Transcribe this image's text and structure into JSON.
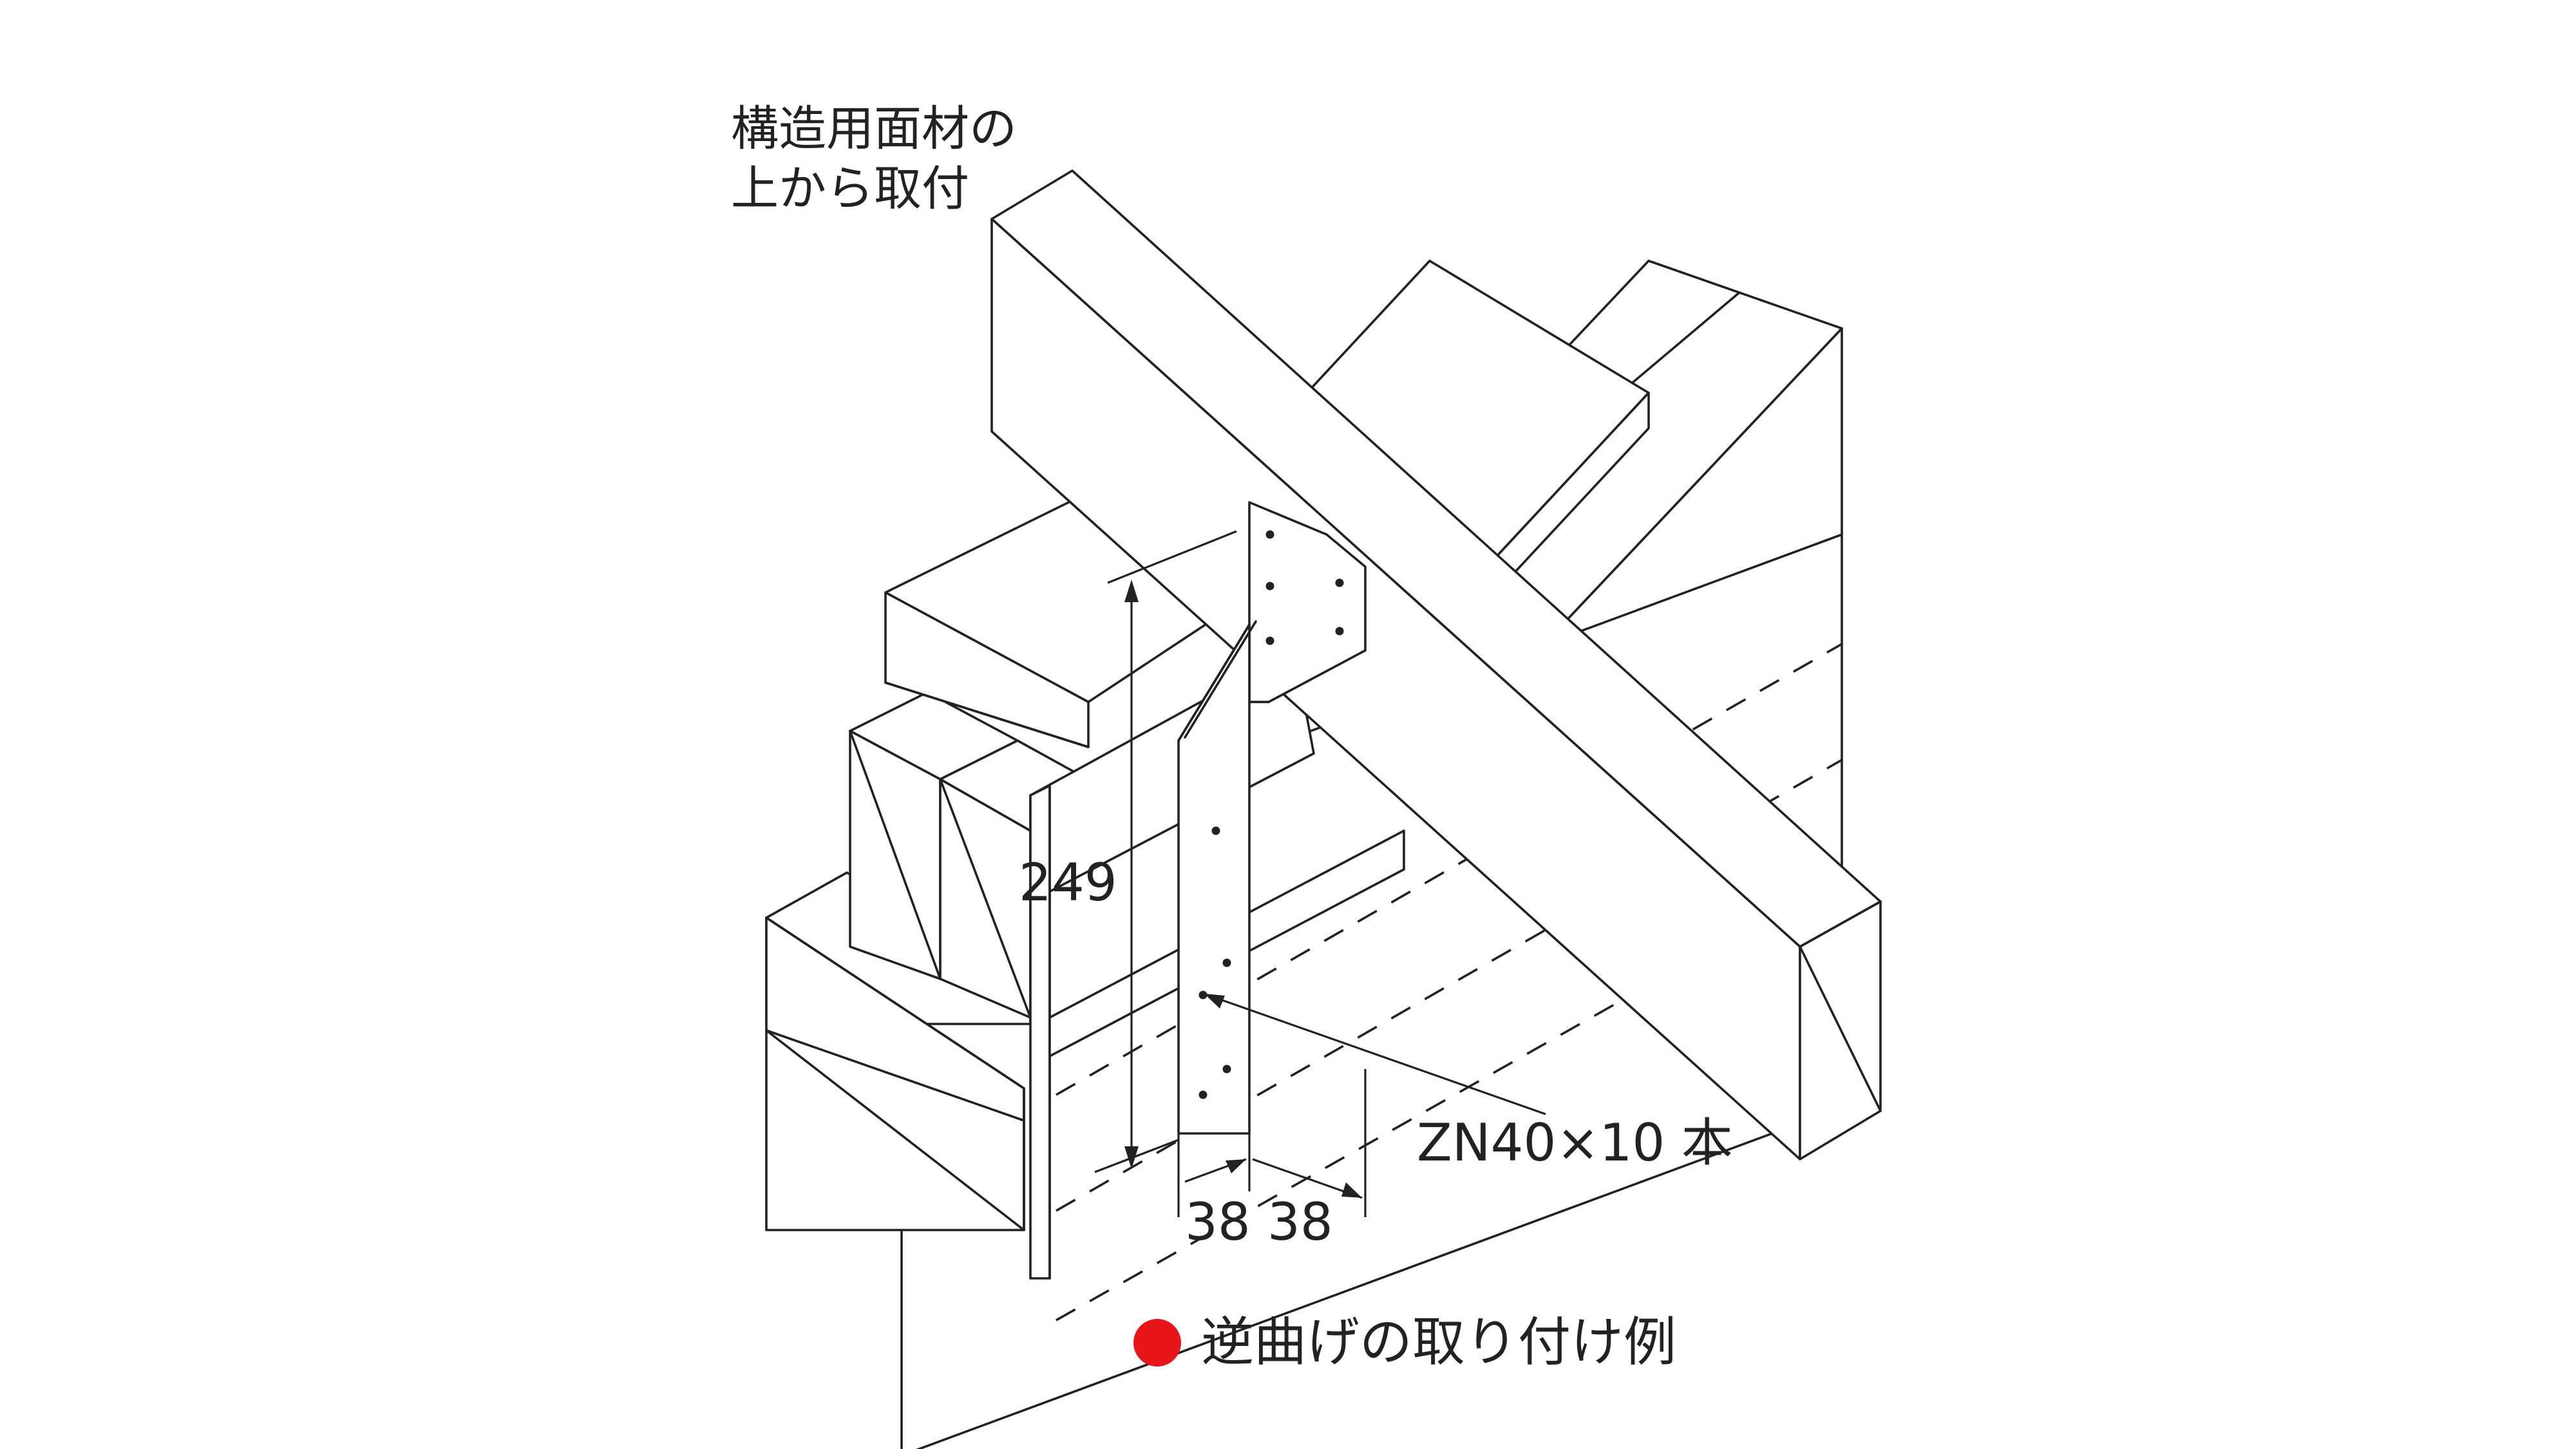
{
  "annotations": {
    "note_line1": "構造用面材の",
    "note_line2": "上から取付",
    "dim_height": "249",
    "dim_width_left": "38",
    "dim_width_right": "38",
    "nail_spec": "ZN40×10 本"
  },
  "caption": {
    "bullet_color": "#e8161b",
    "text": "逆曲げの取り付け例"
  }
}
